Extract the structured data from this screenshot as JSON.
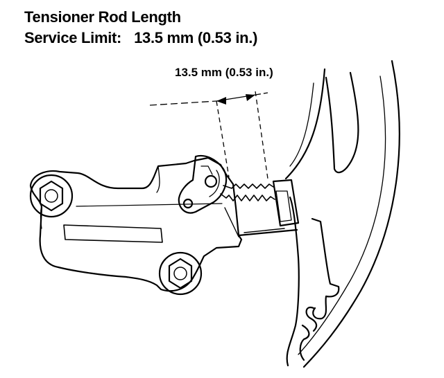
{
  "heading": {
    "title": "Tensioner Rod Length",
    "limit_label": "Service Limit:",
    "limit_value": "13.5 mm (0.53 in.)"
  },
  "diagram": {
    "dimension_label": "13.5 mm (0.53 in.)",
    "parts": [
      "tensioner-body",
      "tensioner-rod",
      "ratchet-pawl",
      "mounting-bolt-upper",
      "mounting-bolt-lower",
      "cam-chain-guide"
    ]
  }
}
